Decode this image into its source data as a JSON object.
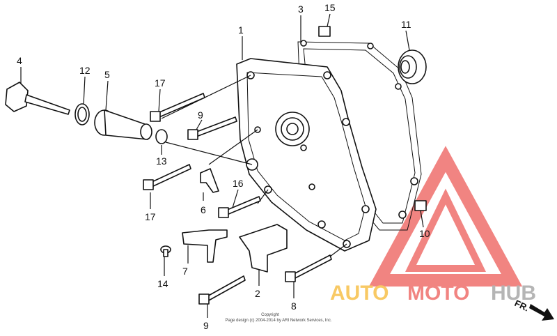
{
  "callouts": [
    {
      "id": "1",
      "text": "1"
    },
    {
      "id": "2",
      "text": "2"
    },
    {
      "id": "3",
      "text": "3"
    },
    {
      "id": "4",
      "text": "4"
    },
    {
      "id": "5",
      "text": "5"
    },
    {
      "id": "6",
      "text": "6"
    },
    {
      "id": "7",
      "text": "7"
    },
    {
      "id": "8",
      "text": "8"
    },
    {
      "id": "9a",
      "text": "9"
    },
    {
      "id": "9b",
      "text": "9"
    },
    {
      "id": "10",
      "text": "10"
    },
    {
      "id": "11",
      "text": "11"
    },
    {
      "id": "12",
      "text": "12"
    },
    {
      "id": "13",
      "text": "13"
    },
    {
      "id": "14",
      "text": "14"
    },
    {
      "id": "15",
      "text": "15"
    },
    {
      "id": "16",
      "text": "16"
    },
    {
      "id": "17a",
      "text": "17"
    },
    {
      "id": "17b",
      "text": "17"
    }
  ],
  "direction": {
    "text": "FR."
  },
  "copyright": {
    "line1": "Copyright",
    "line2": "Page design (c) 2004-2014 by ARI Network Services, Inc."
  },
  "watermark": {
    "part1": "AUTO",
    "part2": "MOTO",
    "part3": "HUB",
    "color_yellow": "#f7c04a",
    "color_red": "#ef6f6c",
    "color_gray": "#a9a9a9"
  }
}
